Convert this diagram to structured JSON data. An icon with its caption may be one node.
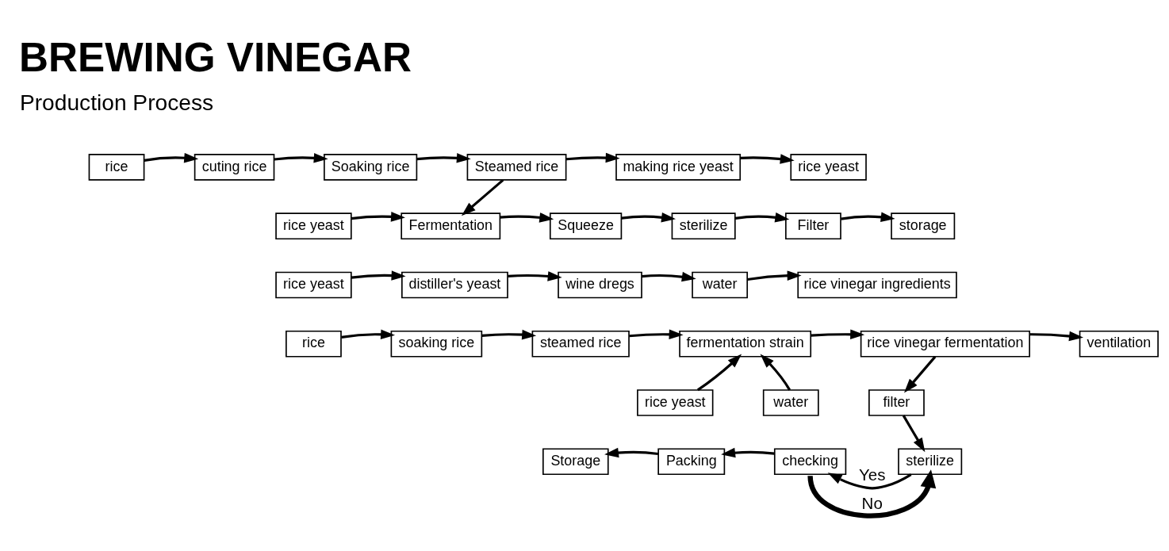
{
  "diagram": {
    "title": "BREWING VINEGAR",
    "nodes": [
      {
        "text": [
          "rice"
        ]
      },
      {
        "text": [
          "cuting rice"
        ]
      },
      {
        "text": [
          "Soaking rice"
        ]
      },
      {
        "text": [
          "Steamed rice"
        ]
      },
      {
        "text": [
          "making rice yeast"
        ]
      },
      {
        "text": [
          "rice yeast"
        ]
      },
      {
        "text": [
          "rice yeast"
        ]
      },
      {
        "text": [
          "Fermentation"
        ]
      },
      {
        "text": [
          "Squeeze"
        ]
      },
      {
        "text": [
          "sterilize"
        ]
      },
      {
        "text": [
          "Filter"
        ]
      },
      {
        "text": [
          "storage"
        ]
      },
      {
        "text": [
          "rice yeast"
        ]
      },
      {
        "text": [
          "distiller's yeast"
        ]
      },
      {
        "text": [
          "wine dregs"
        ]
      },
      {
        "text": [
          "water"
        ]
      },
      {
        "text": [
          "rice vinegar ingredients"
        ]
      },
      {
        "text": [
          "rice"
        ]
      },
      {
        "text": [
          "soaking rice"
        ]
      },
      {
        "text": [
          "steamed rice"
        ]
      },
      {
        "text": [
          "fermentation strain"
        ]
      },
      {
        "text": [
          "rice vinegar fermentation"
        ]
      },
      {
        "text": [
          "ventilation"
        ]
      },
      {
        "text": [
          "rice yeast"
        ]
      },
      {
        "text": [
          "water"
        ]
      },
      {
        "text": [
          "filter"
        ]
      },
      {
        "text": [
          "Storage"
        ]
      },
      {
        "text": [
          "Packing"
        ]
      },
      {
        "text": [
          "checking"
        ]
      },
      {
        "text": [
          "sterilize"
        ]
      }
    ],
    "edges": [
      {
        "from": 0,
        "to": 1,
        "arrow": "to"
      },
      {
        "from": 1,
        "to": 2,
        "arrow": "to"
      },
      {
        "from": 2,
        "to": 3,
        "arrow": "to"
      },
      {
        "from": 3,
        "to": 4,
        "arrow": "to"
      },
      {
        "from": 4,
        "to": 5,
        "arrow": "to"
      },
      {
        "from": 3,
        "to": 7,
        "arrow": "to"
      },
      {
        "from": 6,
        "to": 7,
        "arrow": "to"
      },
      {
        "from": 7,
        "to": 8,
        "arrow": "to"
      },
      {
        "from": 8,
        "to": 9,
        "arrow": "to"
      },
      {
        "from": 9,
        "to": 10,
        "arrow": "to"
      },
      {
        "from": 10,
        "to": 11,
        "arrow": "to"
      },
      {
        "from": 12,
        "to": 13,
        "arrow": "to"
      },
      {
        "from": 13,
        "to": 14,
        "arrow": "to"
      },
      {
        "from": 14,
        "to": 15,
        "arrow": "to"
      },
      {
        "from": 15,
        "to": 16,
        "arrow": "to"
      },
      {
        "from": 17,
        "to": 18,
        "arrow": "to"
      },
      {
        "from": 18,
        "to": 19,
        "arrow": "to"
      },
      {
        "from": 19,
        "to": 20,
        "arrow": "to"
      },
      {
        "from": 20,
        "to": 21,
        "arrow": "to"
      },
      {
        "from": 21,
        "to": 22,
        "arrow": "to"
      },
      {
        "from": 23,
        "to": 20,
        "arrow": "to"
      },
      {
        "from": 24,
        "to": 20,
        "arrow": "to"
      },
      {
        "from": 21,
        "to": 25,
        "arrow": "to"
      },
      {
        "from": 25,
        "to": 29,
        "arrow": "to"
      },
      {
        "from": 29,
        "to": 28,
        "arrow": "to",
        "label": "Yes"
      },
      {
        "from": 28,
        "to": 27,
        "arrow": "to"
      },
      {
        "from": 27,
        "to": 26,
        "arrow": "to"
      },
      {
        "from": 28,
        "to": 29,
        "arrow": "to",
        "label": "No",
        "style": "thick"
      }
    ],
    "labels": [
      "Production Process"
    ]
  }
}
